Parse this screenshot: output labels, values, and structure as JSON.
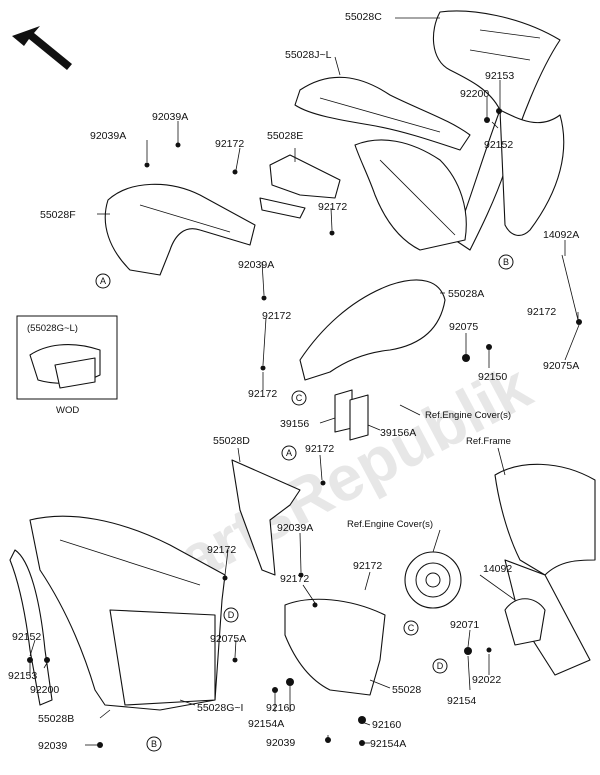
{
  "labels": {
    "p55028C": "55028C",
    "p55028JL": "55028J~L",
    "p92153a": "92153",
    "p92200a": "92200",
    "p92152a": "92152",
    "p92039Aa": "92039A",
    "p92039Ab": "92039A",
    "p92172a": "92172",
    "p55028E": "55028E",
    "p55028F": "55028F",
    "p92172b": "92172",
    "p92039Ac": "92039A",
    "p14092A": "14092A",
    "p55028A": "55028A",
    "p92172c": "92172",
    "p92075": "92075",
    "p92172d": "92172",
    "p92075A": "92075A",
    "p92150": "92150",
    "p92172e": "92172",
    "p39156": "39156",
    "p39156A": "39156A",
    "refEngine1": "Ref.Engine Cover(s)",
    "refFrame": "Ref.Frame",
    "p55028D": "55028D",
    "p92172f": "92172",
    "p92039Ad": "92039A",
    "p92172g": "92172",
    "refEngine2": "Ref.Engine Cover(s)",
    "p92172h": "92172",
    "p92172i": "92172",
    "p14092": "14092",
    "p92152b": "92152",
    "p92075Ab": "92075A",
    "p92071": "92071",
    "p92200b": "92200",
    "p92153b": "92153",
    "p55028": "55028",
    "p92022": "92022",
    "p55028B": "55028B",
    "p92154": "92154",
    "p55028GI": "55028G~I",
    "p92154A": "92154A",
    "p92160a": "92160",
    "p92160b": "92160",
    "p92039": "92039",
    "p92039b": "92039",
    "p92154Ab": "92154A",
    "insetLabel": "(55028G~L)",
    "insetCaption": "WOD"
  },
  "callouts": {
    "A": "A",
    "B": "B",
    "C": "C",
    "D": "D"
  },
  "watermark": "PartsRepublik"
}
